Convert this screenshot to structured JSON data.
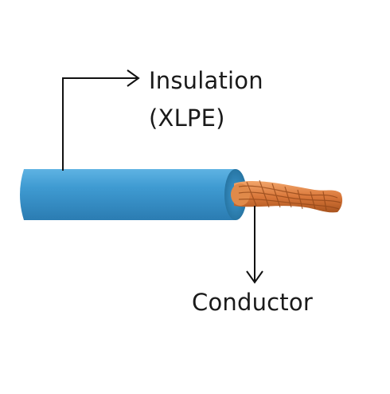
{
  "labels": {
    "insulation_line1": "Insulation",
    "insulation_line2": "(XLPE)",
    "conductor": "Conductor"
  },
  "colors": {
    "insulation": "#3f9bd2",
    "insulation_dark": "#2f82b8",
    "conductor": "#d9773a",
    "arrow": "#111111",
    "text": "#1a1a1a"
  }
}
